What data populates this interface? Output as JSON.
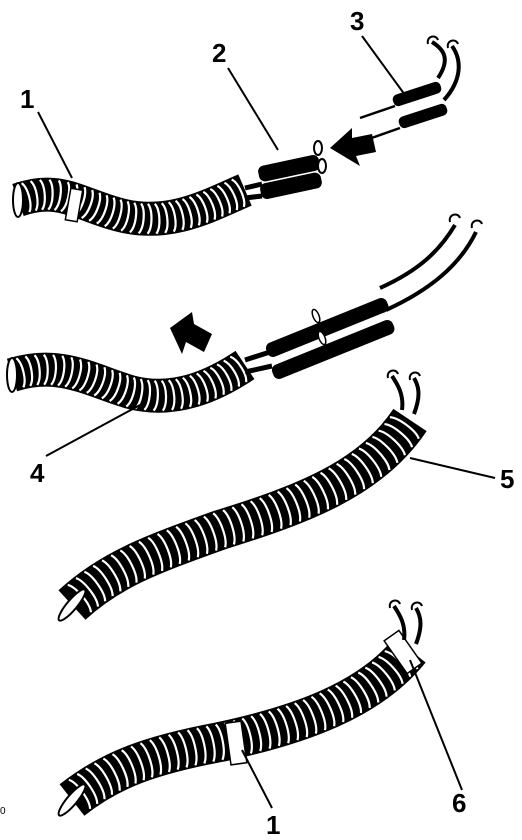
{
  "callouts": {
    "c1_top": "1",
    "c2": "2",
    "c3": "3",
    "c4": "4",
    "c5": "5",
    "c1_bottom": "1",
    "c6": "6"
  },
  "figure_id": "0",
  "colors": {
    "ink": "#000000",
    "paper": "#ffffff"
  },
  "icons": [
    "push-arrow-icon",
    "tape-wrap-icon"
  ]
}
